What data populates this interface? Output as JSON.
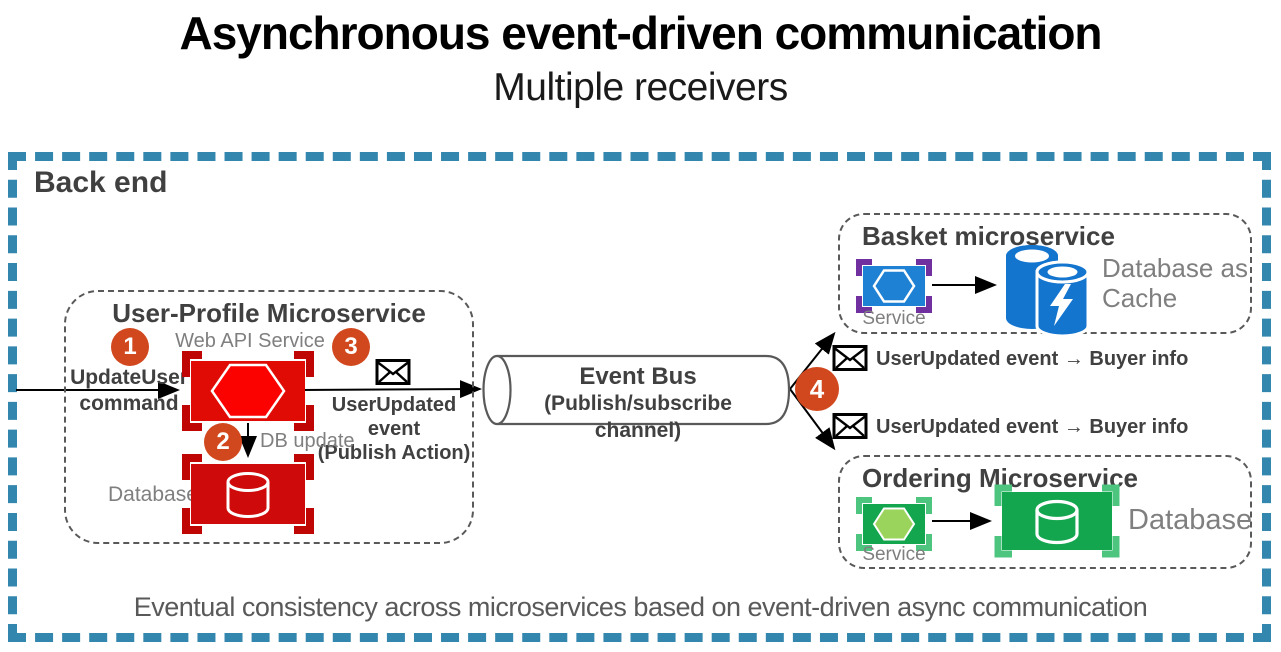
{
  "header": {
    "title": "Asynchronous event-driven communication",
    "subtitle": "Multiple receivers"
  },
  "backend": {
    "label": "Back end",
    "caption": "Eventual consistency across microservices based on event-driven async communication"
  },
  "user_profile": {
    "title": "User-Profile Microservice",
    "badge_1": "1",
    "badge_2": "2",
    "badge_3": "3",
    "web_api_label": "Web API Service",
    "command_line1": "UpdateUser",
    "command_line2": "command",
    "event_line1": "UserUpdated event",
    "event_line2": "(Publish Action)",
    "db_update_label": "DB update",
    "database_label": "Database"
  },
  "event_bus": {
    "line1": "Event Bus",
    "line2": "(Publish/subscribe channel)",
    "badge_4": "4"
  },
  "messages": {
    "to_basket": "UserUpdated event → Buyer info",
    "to_ordering": "UserUpdated event → Buyer info"
  },
  "basket": {
    "title": "Basket microservice",
    "service_label": "Service",
    "database_label": "Database as Cache"
  },
  "ordering": {
    "title": "Ordering Microservice",
    "service_label": "Service",
    "database_label": "Database"
  },
  "colors": {
    "border_blue": "#3386ad",
    "badge_orange": "#d2481e",
    "service_red": "#e00b05",
    "bracket_red": "#c00505",
    "hexagon_red": "#fb0200",
    "service_blue": "#1e81d4",
    "bracket_purple": "#7030a0",
    "cache_blue": "#1475cf",
    "service_green": "#13a64e",
    "bracket_light_green": "#4ec57f",
    "hexagon_light_green": "#9ad45c",
    "text_dark": "#404040",
    "text_gray": "#7f7f7f"
  }
}
